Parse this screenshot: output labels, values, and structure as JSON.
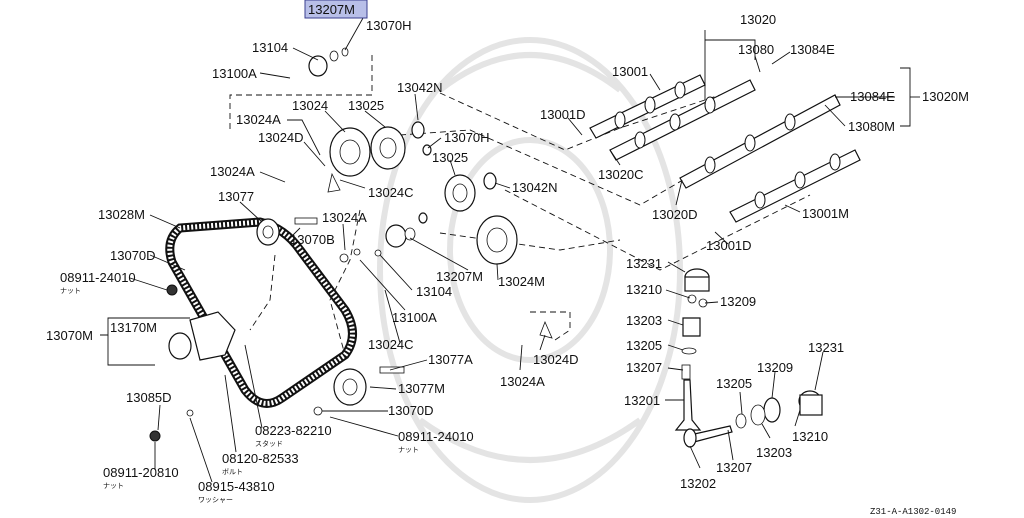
{
  "diagram_code": "Z31-A-A1302-0149",
  "highlighted_part": "13207M",
  "notes": {
    "nut": "ナット",
    "stud": "スタッド",
    "bolt": "ボルト",
    "washer": "ワッシャー"
  },
  "labels": [
    {
      "id": "13207M-top",
      "text": "13207M"
    },
    {
      "id": "13070H-top",
      "text": "13070H"
    },
    {
      "id": "13104-top",
      "text": "13104"
    },
    {
      "id": "13100A-top",
      "text": "13100A"
    },
    {
      "id": "13024A-1",
      "text": "13024A"
    },
    {
      "id": "13024-top",
      "text": "13024"
    },
    {
      "id": "13025-top",
      "text": "13025"
    },
    {
      "id": "13042N-top",
      "text": "13042N"
    },
    {
      "id": "13024D-top",
      "text": "13024D"
    },
    {
      "id": "13070H-mid",
      "text": "13070H"
    },
    {
      "id": "13024A-2",
      "text": "13024A"
    },
    {
      "id": "13024C-top",
      "text": "13024C"
    },
    {
      "id": "13025-mid",
      "text": "13025"
    },
    {
      "id": "13042N-mid",
      "text": "13042N"
    },
    {
      "id": "13077-top",
      "text": "13077"
    },
    {
      "id": "13028M",
      "text": "13028M"
    },
    {
      "id": "13024A-3",
      "text": "13024A"
    },
    {
      "id": "13070B",
      "text": "13070B"
    },
    {
      "id": "13070D-left",
      "text": "13070D"
    },
    {
      "id": "08911-24010-left",
      "text": "08911-24010"
    },
    {
      "id": "13207M-mid",
      "text": "13207M"
    },
    {
      "id": "13024M",
      "text": "13024M"
    },
    {
      "id": "13104-mid",
      "text": "13104"
    },
    {
      "id": "13100A-mid",
      "text": "13100A"
    },
    {
      "id": "13070M",
      "text": "13070M"
    },
    {
      "id": "13170M",
      "text": "13170M"
    },
    {
      "id": "13024C-mid",
      "text": "13024C"
    },
    {
      "id": "13024D-bot",
      "text": "13024D"
    },
    {
      "id": "13077A",
      "text": "13077A"
    },
    {
      "id": "13024A-4",
      "text": "13024A"
    },
    {
      "id": "13077M",
      "text": "13077M"
    },
    {
      "id": "13085D",
      "text": "13085D"
    },
    {
      "id": "13070D-bot",
      "text": "13070D"
    },
    {
      "id": "08223-82210",
      "text": "08223-82210"
    },
    {
      "id": "08911-24010-bot",
      "text": "08911-24010"
    },
    {
      "id": "08120-82533",
      "text": "08120-82533"
    },
    {
      "id": "08911-20810",
      "text": "08911-20810"
    },
    {
      "id": "08915-43810",
      "text": "08915-43810"
    },
    {
      "id": "13020",
      "text": "13020"
    },
    {
      "id": "13080-top",
      "text": "13080"
    },
    {
      "id": "13084E-top",
      "text": "13084E"
    },
    {
      "id": "13001",
      "text": "13001"
    },
    {
      "id": "13084E-right",
      "text": "13084E"
    },
    {
      "id": "13020M",
      "text": "13020M"
    },
    {
      "id": "13001D-top",
      "text": "13001D"
    },
    {
      "id": "13080M",
      "text": "13080M"
    },
    {
      "id": "13020C",
      "text": "13020C"
    },
    {
      "id": "13020D",
      "text": "13020D"
    },
    {
      "id": "13001M",
      "text": "13001M"
    },
    {
      "id": "13001D-bot",
      "text": "13001D"
    },
    {
      "id": "13231-left",
      "text": "13231"
    },
    {
      "id": "13210-left",
      "text": "13210"
    },
    {
      "id": "13209-left",
      "text": "13209"
    },
    {
      "id": "13203-left",
      "text": "13203"
    },
    {
      "id": "13205-left",
      "text": "13205"
    },
    {
      "id": "13207-left",
      "text": "13207"
    },
    {
      "id": "13201",
      "text": "13201"
    },
    {
      "id": "13231-right",
      "text": "13231"
    },
    {
      "id": "13209-right",
      "text": "13209"
    },
    {
      "id": "13205-right",
      "text": "13205"
    },
    {
      "id": "13203-right",
      "text": "13203"
    },
    {
      "id": "13210-right",
      "text": "13210"
    },
    {
      "id": "13207-right",
      "text": "13207"
    },
    {
      "id": "13202",
      "text": "13202"
    }
  ]
}
